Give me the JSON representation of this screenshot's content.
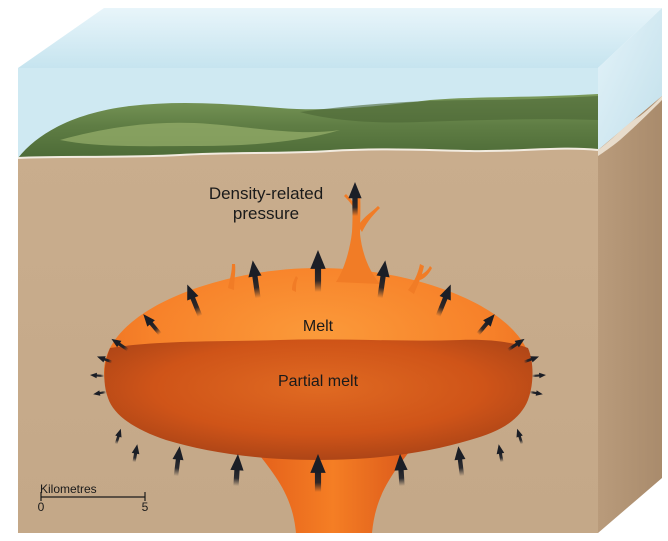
{
  "labels": {
    "pressure_line1": "Density-related",
    "pressure_line2": "pressure",
    "melt": "Melt",
    "partial_melt": "Partial melt"
  },
  "scale_bar": {
    "title": "Kilometres",
    "start": "0",
    "end": "5"
  },
  "colors": {
    "sky": "#d9eef6",
    "rock_front": "#c8ad8f",
    "rock_side": "#b89a7c",
    "melt_light": "#f98a2a",
    "partial_melt": "#d4541a",
    "arrow": "#1b1e26",
    "terrain": "#6f8a4e"
  }
}
